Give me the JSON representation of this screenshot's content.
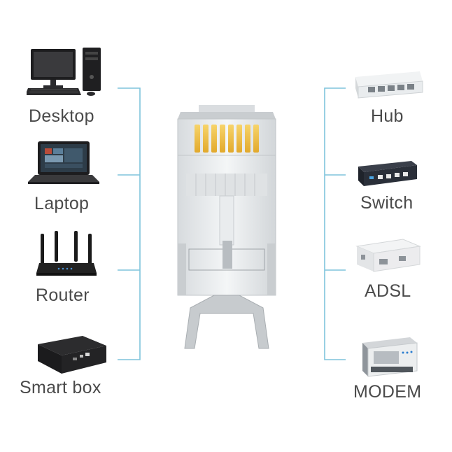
{
  "left_devices": [
    {
      "label": "Desktop",
      "icon": "desktop-computer-icon"
    },
    {
      "label": "Laptop",
      "icon": "laptop-icon"
    },
    {
      "label": "Router",
      "icon": "wifi-router-icon"
    },
    {
      "label": "Smart box",
      "icon": "set-top-box-icon"
    }
  ],
  "right_devices": [
    {
      "label": "Hub",
      "icon": "network-hub-icon"
    },
    {
      "label": "Switch",
      "icon": "network-switch-icon"
    },
    {
      "label": "ADSL",
      "icon": "adsl-splitter-icon"
    },
    {
      "label": "MODEM",
      "icon": "modem-icon"
    }
  ],
  "connector": {
    "icon": "rj45-connector-icon",
    "pin_count": 8
  },
  "colors": {
    "line": "#7fc4dc",
    "text": "#4a4a4a",
    "gold": "#f3c24a"
  }
}
